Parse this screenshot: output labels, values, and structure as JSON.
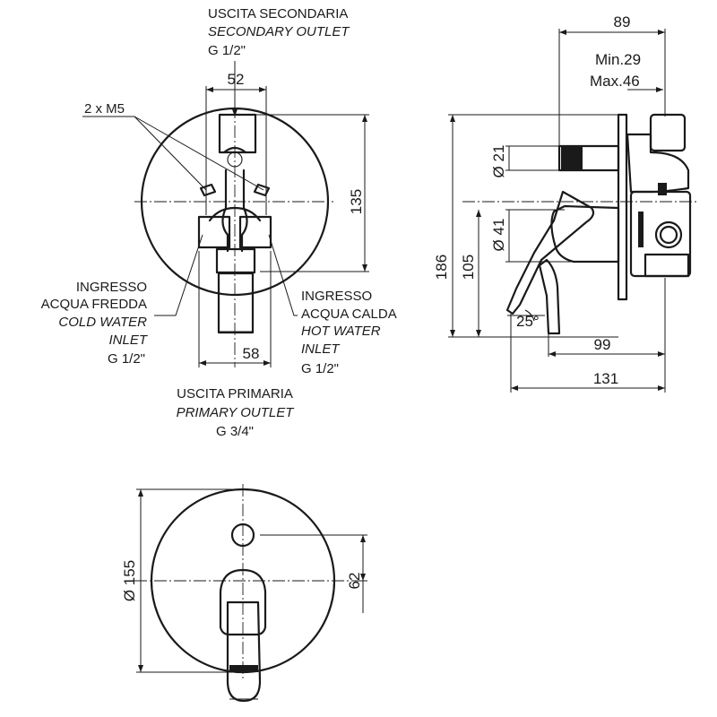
{
  "labels": {
    "secondary_it": "USCITA SECONDARIA",
    "secondary_en": "SECONDARY OUTLET",
    "secondary_size": "G 1/2\"",
    "screws": "2 x M5",
    "cold_it_1": "INGRESSO",
    "cold_it_2": "ACQUA FREDDA",
    "cold_en_1": "COLD WATER",
    "cold_en_2": "INLET",
    "cold_size": "G 1/2\"",
    "hot_it_1": "INGRESSO",
    "hot_it_2": "ACQUA CALDA",
    "hot_en_1": "HOT WATER",
    "hot_en_2": "INLET",
    "hot_size": "G 1/2\"",
    "primary_it": "USCITA PRIMARIA",
    "primary_en": "PRIMARY OUTLET",
    "primary_size": "G 3/4\""
  },
  "dimensions": {
    "d52": "52",
    "d58": "58",
    "d135": "135",
    "d89": "89",
    "min": "Min.29",
    "max": "Max.46",
    "dia21": "Ø 21",
    "dia41": "Ø 41",
    "d186": "186",
    "d105": "105",
    "angle": "25°",
    "d99": "99",
    "d131": "131",
    "dia155": "Ø 155",
    "d62": "62"
  }
}
